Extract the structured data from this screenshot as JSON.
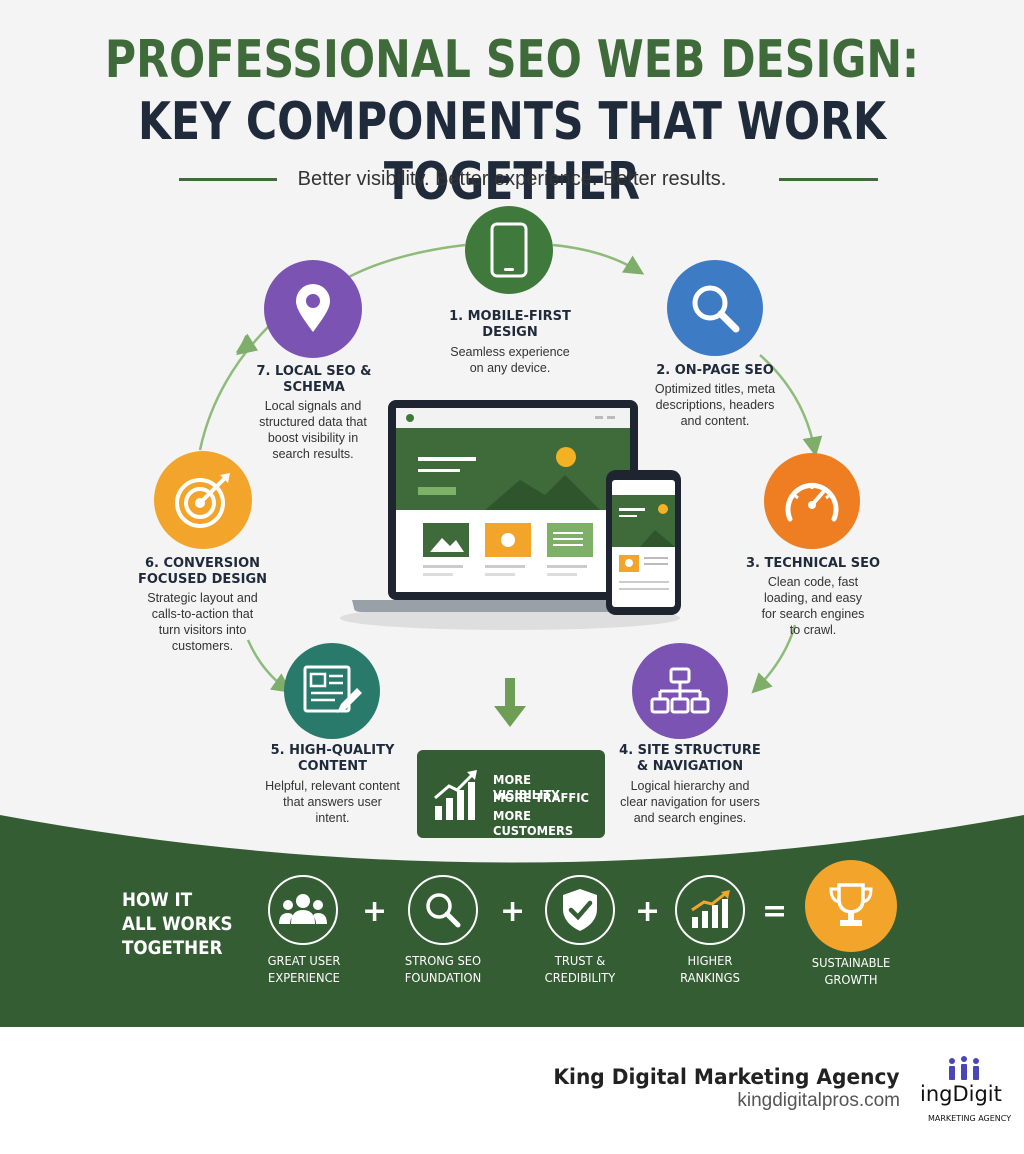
{
  "header": {
    "title_line1": "PROFESSIONAL SEO WEB DESIGN:",
    "title_line2": "KEY COMPONENTS THAT WORK TOGETHER",
    "subtitle": "Better visibility. Better experience. Better results."
  },
  "components": [
    {
      "title1": "1. MOBILE-FIRST",
      "title2": "DESIGN",
      "desc": [
        "Seamless experience",
        "on any device."
      ],
      "color": "#3f7a3c",
      "icon": "smartphone-icon"
    },
    {
      "title1": "2. ON-PAGE SEO",
      "title2": "",
      "desc": [
        "Optimized titles, meta",
        "descriptions, headers",
        "and content."
      ],
      "color": "#3d7cc4",
      "icon": "magnifier-icon"
    },
    {
      "title1": "3. TECHNICAL SEO",
      "title2": "",
      "desc": [
        "Clean code, fast",
        "loading, and easy",
        "for search engines",
        "to crawl."
      ],
      "color": "#ef7d22",
      "icon": "speedometer-icon"
    },
    {
      "title1": "4. SITE STRUCTURE",
      "title2": "& NAVIGATION",
      "desc": [
        "Logical hierarchy and",
        "clear navigation for users",
        "and search engines."
      ],
      "color": "#7b54b3",
      "icon": "sitemap-icon"
    },
    {
      "title1": "5. HIGH-QUALITY",
      "title2": "CONTENT",
      "desc": [
        "Helpful, relevant content",
        "that answers user",
        "intent."
      ],
      "color": "#2a7a6c",
      "icon": "document-pencil-icon"
    },
    {
      "title1": "6. CONVERSION",
      "title2": "FOCUSED DESIGN",
      "desc": [
        "Strategic layout and",
        "calls-to-action that",
        "turn visitors into",
        "customers."
      ],
      "color": "#f2a52a",
      "icon": "target-icon"
    },
    {
      "title1": "7. LOCAL SEO &",
      "title2": "SCHEMA",
      "desc": [
        "Local signals and",
        "structured data that",
        "boost visibility in",
        "search results."
      ],
      "color": "#7b54b3",
      "icon": "map-pin-icon"
    }
  ],
  "results": [
    "MORE VISIBILITY",
    "MORE TRAFFIC",
    "MORE CUSTOMERS"
  ],
  "how_it_works": {
    "heading": [
      "HOW IT",
      "ALL WORKS",
      "TOGETHER"
    ],
    "items": [
      {
        "label": [
          "GREAT USER",
          "EXPERIENCE"
        ],
        "icon": "users-icon"
      },
      {
        "label": [
          "STRONG SEO",
          "FOUNDATION"
        ],
        "icon": "search-icon"
      },
      {
        "label": [
          "TRUST &",
          "CREDIBILITY"
        ],
        "icon": "shield-check-icon"
      },
      {
        "label": [
          "HIGHER",
          "RANKINGS"
        ],
        "icon": "growth-chart-icon"
      },
      {
        "label": [
          "SUSTAINABLE",
          "GROWTH"
        ],
        "icon": "trophy-icon"
      }
    ],
    "operators": [
      "+",
      "+",
      "+",
      "="
    ]
  },
  "footer": {
    "agency": "King Digital Marketing Agency",
    "url": "kingdigitalpros.com",
    "logo_text": "ingDigit",
    "logo_sub": "MARKETING AGENCY"
  },
  "colors": {
    "brand_green": "#3f6b3a",
    "dark_green": "#355d33",
    "navy": "#1f2a3a"
  }
}
